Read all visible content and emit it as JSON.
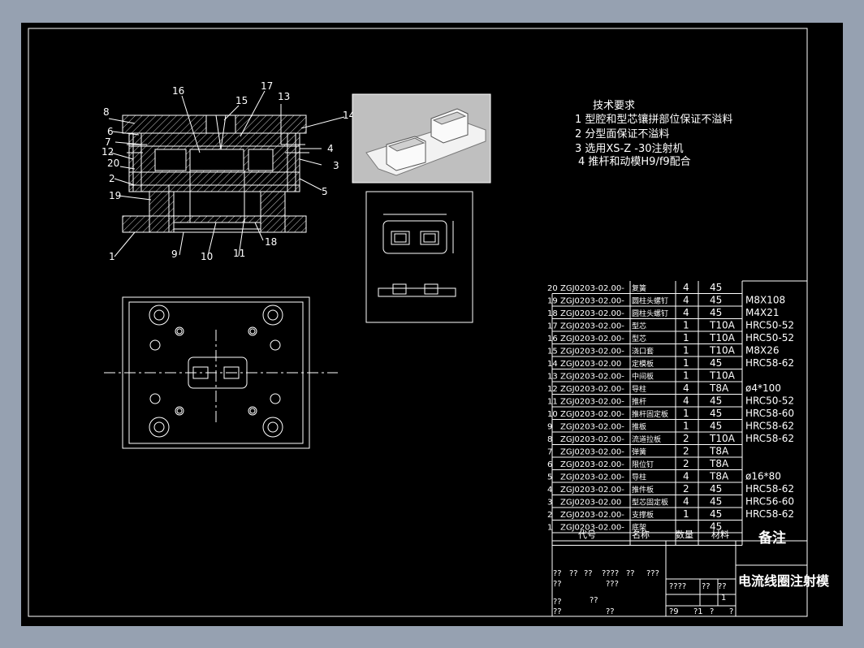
{
  "tech_requirements": {
    "title": "技术要求",
    "items": [
      "1 型腔和型芯镶拼部位保证不溢料",
      "2 分型面保证不溢料",
      "3 选用XS-Z -30注射机",
      "4 推杆和动模H9/f9配合"
    ]
  },
  "leader_labels": [
    "1",
    "2",
    "3",
    "4",
    "5",
    "6",
    "7",
    "8",
    "9",
    "10",
    "11",
    "12",
    "13",
    "14",
    "15",
    "16",
    "17",
    "18",
    "19",
    "20"
  ],
  "bom": {
    "rows": [
      {
        "no": "20",
        "code": "ZGJ0203-02.00-",
        "name": "复簧",
        "qty": "4",
        "material": "45",
        "note": ""
      },
      {
        "no": "19",
        "code": "ZGJ0203-02.00-",
        "name": "圆柱头螺钉",
        "qty": "4",
        "material": "45",
        "note": "M8X108"
      },
      {
        "no": "18",
        "code": "ZGJ0203-02.00-",
        "name": "圆柱头螺钉",
        "qty": "4",
        "material": "45",
        "note": "M4X21"
      },
      {
        "no": "17",
        "code": "ZGJ0203-02.00-",
        "name": "型芯",
        "qty": "1",
        "material": "T10A",
        "note": "HRC50-52"
      },
      {
        "no": "16",
        "code": "ZGJ0203-02.00-",
        "name": "型芯",
        "qty": "1",
        "material": "T10A",
        "note": "HRC50-52"
      },
      {
        "no": "15",
        "code": "ZGJ0203-02.00-",
        "name": "浇口套",
        "qty": "1",
        "material": "T10A",
        "note": "M8X26"
      },
      {
        "no": "14",
        "code": "ZGJ0203-02.00",
        "name": "定模板",
        "qty": "1",
        "material": "45",
        "note": "HRC58-62"
      },
      {
        "no": "13",
        "code": "ZGJ0203-02.00-",
        "name": "中间板",
        "qty": "1",
        "material": "T10A",
        "note": ""
      },
      {
        "no": "12",
        "code": "ZGJ0203-02.00-",
        "name": "导柱",
        "qty": "4",
        "material": "T8A",
        "note": "ø4*100"
      },
      {
        "no": "11",
        "code": "ZGJ0203-02.00-",
        "name": "推杆",
        "qty": "4",
        "material": "45",
        "note": "HRC50-52"
      },
      {
        "no": "10",
        "code": "ZGJ0203-02.00-",
        "name": "推杆固定板",
        "qty": "1",
        "material": "45",
        "note": "HRC58-60"
      },
      {
        "no": "9",
        "code": "ZGJ0203-02.00-",
        "name": "推板",
        "qty": "1",
        "material": "45",
        "note": "HRC58-62"
      },
      {
        "no": "8",
        "code": "ZGJ0203-02.00-",
        "name": "流道拉板",
        "qty": "2",
        "material": "T10A",
        "note": "HRC58-62"
      },
      {
        "no": "7",
        "code": "ZGJ0203-02.00-",
        "name": "弹簧",
        "qty": "2",
        "material": "T8A",
        "note": ""
      },
      {
        "no": "6",
        "code": "ZGJ0203-02.00-",
        "name": "限位钉",
        "qty": "2",
        "material": "T8A",
        "note": ""
      },
      {
        "no": "5",
        "code": "ZGJ0203-02.00-",
        "name": "导柱",
        "qty": "4",
        "material": "T8A",
        "note": "ø16*80"
      },
      {
        "no": "4",
        "code": "ZGJ0203-02.00-",
        "name": "推件板",
        "qty": "2",
        "material": "45",
        "note": "HRC58-62"
      },
      {
        "no": "3",
        "code": "ZGJ0203-02.00",
        "name": "型芯固定板",
        "qty": "4",
        "material": "45",
        "note": "HRC56-60"
      },
      {
        "no": "2",
        "code": "ZGJ0203-02.00-",
        "name": "支撑板",
        "qty": "1",
        "material": "45",
        "note": "HRC58-62"
      },
      {
        "no": "1",
        "code": "ZGJ0203-02.00-",
        "name": "底架",
        "qty": "",
        "material": "45",
        "note": ""
      }
    ],
    "header": {
      "code": "代号",
      "name": "名称",
      "qty": "数量",
      "material": "材料",
      "note": "备注"
    }
  },
  "title_block": {
    "title": "电流线圈注射模",
    "unknown_cells": [
      "??",
      "??",
      "??",
      "????",
      "??",
      "???",
      "??",
      "???",
      "????",
      "??",
      "??",
      "1",
      "??",
      "??",
      "??",
      "??",
      "?9",
      "?1",
      "?",
      "?"
    ]
  }
}
